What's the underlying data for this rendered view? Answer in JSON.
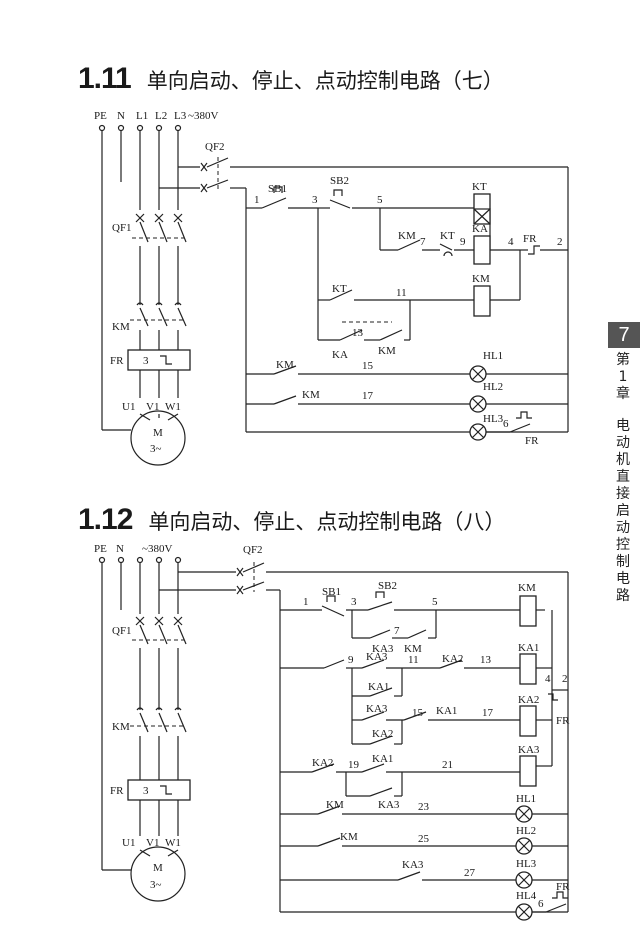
{
  "sections": [
    {
      "number": "1.11",
      "title": "单向启动、停止、点动控制电路（七）"
    },
    {
      "number": "1.12",
      "title": "单向启动、停止、点动控制电路（八）"
    }
  ],
  "side_tab": {
    "page": "7",
    "chapter": "第1章",
    "chapter_title": "电动机直接启动控制电路"
  },
  "diagram1": {
    "supply": [
      "PE",
      "N",
      "L1",
      "L2",
      "L3",
      "~380V"
    ],
    "main_breaker": "QF2",
    "breaker": "QF1",
    "contactor": "KM",
    "overload": "FR",
    "overload_box": "3",
    "motor": "M",
    "motor_phase": "3~",
    "terminals": [
      "U1",
      "V1",
      "W1"
    ],
    "sb1": "SB1",
    "sb2": "SB2",
    "kt": "KT",
    "ka": "KA",
    "km": "KM",
    "fr": "FR",
    "hl1": "HL1",
    "hl2": "HL2",
    "hl3": "HL3",
    "nodes": [
      "1",
      "3",
      "5",
      "7",
      "9",
      "4",
      "2",
      "11",
      "13",
      "15",
      "17",
      "6"
    ]
  },
  "diagram2": {
    "supply": [
      "PE",
      "N",
      "~380V"
    ],
    "main_breaker": "QF2",
    "breaker": "QF1",
    "contactor": "KM",
    "overload": "FR",
    "overload_box": "3",
    "motor": "M",
    "motor_phase": "3~",
    "terminals": [
      "U1",
      "V1",
      "W1"
    ],
    "sb1": "SB1",
    "sb2": "SB2",
    "km": "KM",
    "ka1": "KA1",
    "ka2": "KA2",
    "ka3": "KA3",
    "fr": "FR",
    "hl1": "HL1",
    "hl2": "HL2",
    "hl3": "HL3",
    "hl4": "HL4",
    "nodes": [
      "1",
      "3",
      "5",
      "7",
      "9",
      "11",
      "13",
      "4",
      "2",
      "15",
      "17",
      "19",
      "21",
      "23",
      "25",
      "27",
      "6"
    ]
  }
}
